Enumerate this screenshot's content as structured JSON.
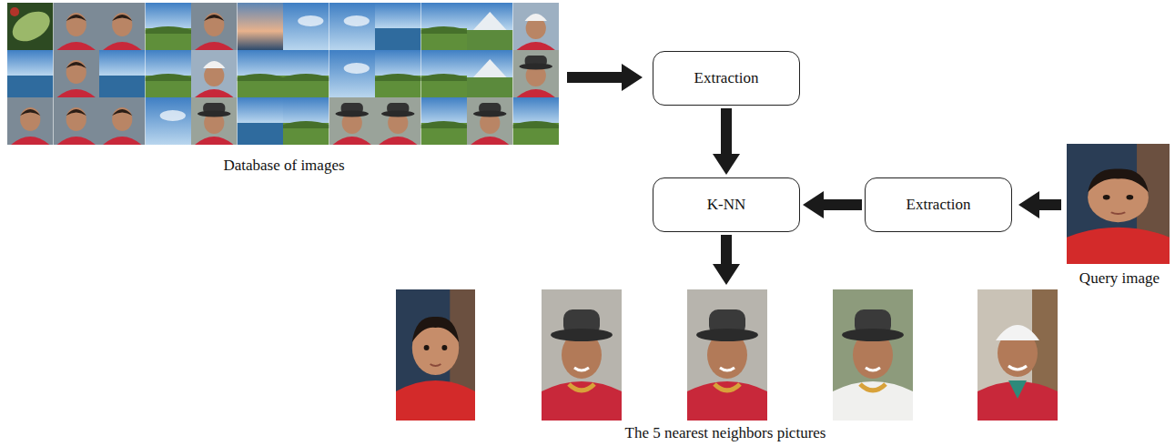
{
  "diagram": {
    "nodes": [
      {
        "text": [
          "Extraction"
        ]
      },
      {
        "text": [
          "K-NN"
        ]
      },
      {
        "text": [
          "Extraction"
        ]
      }
    ],
    "edges": [
      {
        "from": 0,
        "to": 1,
        "arrow": "to"
      },
      {
        "from": 2,
        "to": 1,
        "arrow": "to"
      }
    ],
    "labels": [
      "Database of images",
      "Query image",
      "The 5 nearest neighbors pictures"
    ]
  }
}
